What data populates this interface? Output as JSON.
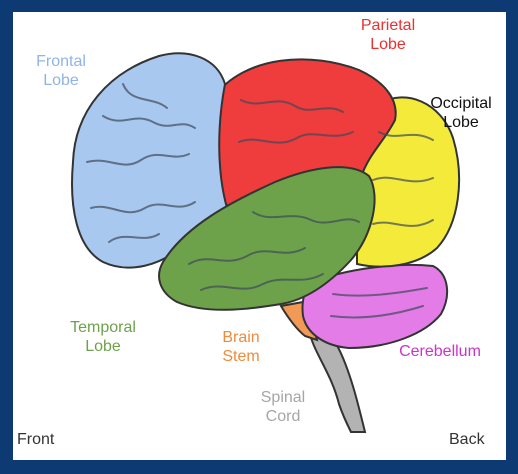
{
  "colors": {
    "frontal": "#a9c8ef",
    "parietal": "#ef3c3c",
    "occipital": "#f3ea3a",
    "temporal": "#6ea24a",
    "cerebellum": "#e47ce8",
    "brain_stem": "#f29a55",
    "spinal_cord": "#b3b3b3",
    "frame": "#0e3a73"
  },
  "labels": {
    "frontal_line1": "Frontal",
    "frontal_line2": "Lobe",
    "parietal_line1": "Parietal",
    "parietal_line2": "Lobe",
    "occipital_line1": "Occipital",
    "occipital_line2": "Lobe",
    "temporal_line1": "Temporal",
    "temporal_line2": "Lobe",
    "brain_stem_line1": "Brain",
    "brain_stem_line2": "Stem",
    "cerebellum": "Cerebellum",
    "spinal_cord_line1": "Spinal",
    "spinal_cord_line2": "Cord",
    "front": "Front",
    "back": "Back"
  }
}
